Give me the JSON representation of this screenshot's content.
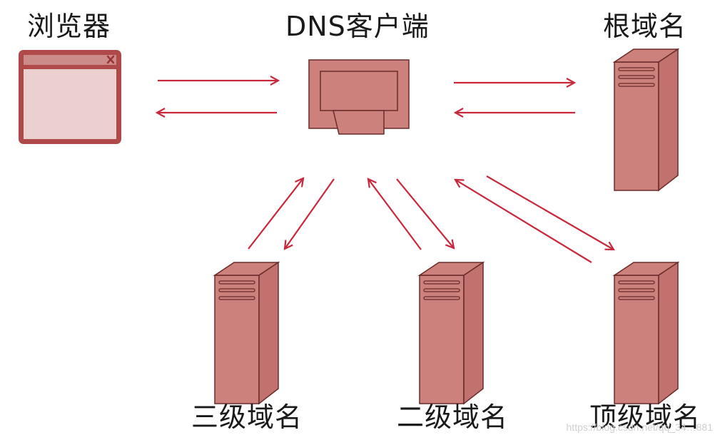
{
  "nodes": {
    "browser": "浏览器",
    "dns_client": "DNS客户端",
    "root_domain": "根域名",
    "third_level_domain": "三级域名",
    "second_level_domain": "二级域名",
    "top_level_domain": "顶级域名"
  },
  "watermark": "https://blog.csdn.net/qq_34…881",
  "colors": {
    "fill": "#cd817d",
    "stroke": "#6a2a2a",
    "arrow": "#c8283c",
    "browser_frame": "#b04a4a",
    "browser_titlebar": "#cc8a88",
    "browser_content": "#ead0cf"
  }
}
